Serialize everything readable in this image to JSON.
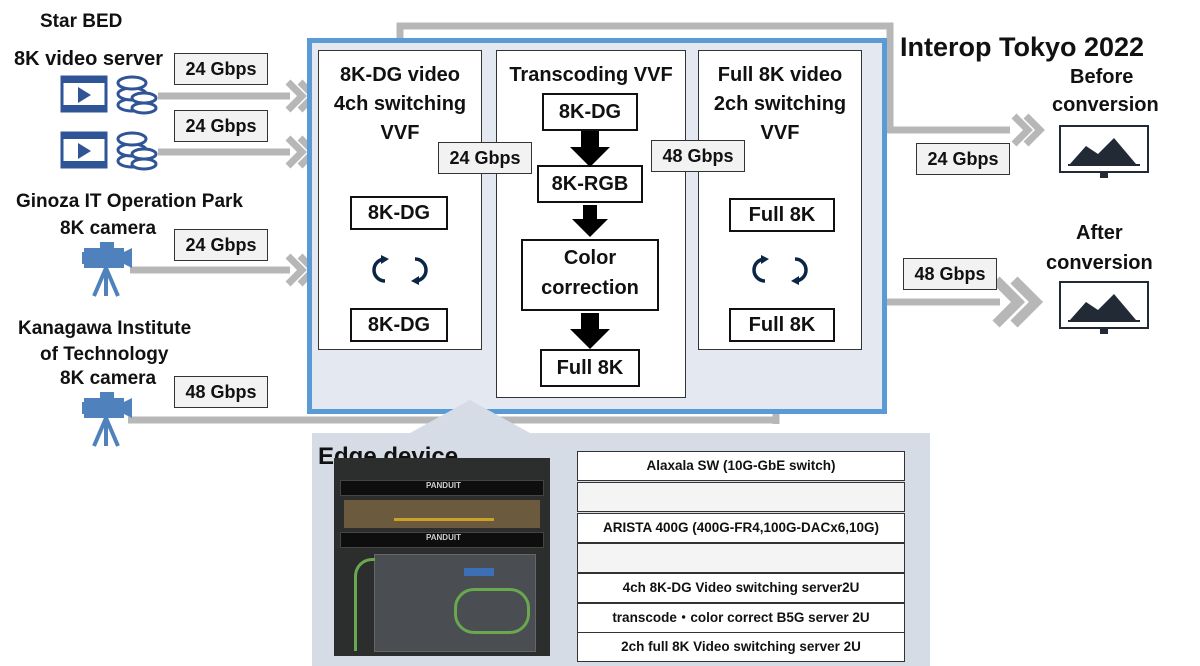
{
  "title": "Interop Tokyo 2022",
  "sources": {
    "star_bed": "Star BED",
    "video_server": "8K video server",
    "ginoza_line1": "Ginoza IT Operation Park",
    "ginoza_line2": "8K camera",
    "kanagawa_line1": "Kanagawa Institute",
    "kanagawa_line2": "of Technology",
    "kanagawa_line3": "8K camera"
  },
  "links": {
    "server1": "24 Gbps",
    "server2": "24 Gbps",
    "ginoza": "24 Gbps",
    "kanagawa": "48 Gbps",
    "dg_to_transcode": "24 Gbps",
    "transcode_to_full": "48 Gbps",
    "before_out": "24 Gbps",
    "after_out": "48 Gbps"
  },
  "vvf_dg": {
    "line1": "8K-DG video",
    "line2": "4ch switching",
    "line3": "VVF",
    "box_top": "8K-DG",
    "box_bottom": "8K-DG"
  },
  "vvf_transcode": {
    "title": "Transcoding VVF",
    "step1": "8K-DG",
    "step2": "8K-RGB",
    "step3_line1": "Color",
    "step3_line2": "correction",
    "step4": "Full 8K"
  },
  "vvf_full": {
    "line1": "Full 8K video",
    "line2": "2ch switching",
    "line3": "VVF",
    "box_top": "Full 8K",
    "box_bottom": "Full 8K"
  },
  "outputs": {
    "before_line1": "Before",
    "before_line2": "conversion",
    "after_line1": "After",
    "after_line2": "conversion"
  },
  "edge": {
    "title": "Edge device",
    "photo_brand": "PANDUIT",
    "rows": [
      "Alaxala SW (10G-GbE switch)",
      "",
      "ARISTA 400G (400G-FR4,100G-DACx6,10G)",
      "",
      "4ch 8K-DG Video switching server2U",
      "transcode・color correct B5G server 2U",
      "2ch full 8K Video switching server 2U"
    ]
  },
  "colors": {
    "vnf_border": "#5b9bd5",
    "icon_blue": "#2f5597",
    "camera_blue": "#4f81bd",
    "arrow_gray": "#b7b7b7",
    "monitor_fill": "#222a35"
  }
}
